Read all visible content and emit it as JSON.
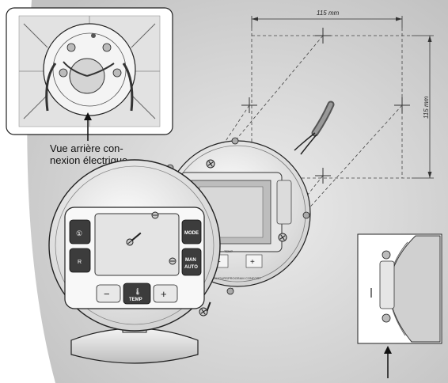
{
  "dimensions": {
    "horizontal": "115 mm",
    "vertical": "115 mm"
  },
  "caption": {
    "line1": "Vue arrière con-",
    "line2": "nexion électrique"
  },
  "front_unit": {
    "buttons": {
      "power_symbol": "①",
      "r_label": "R",
      "mode_label": "MODE",
      "man_label": "MAN",
      "auto_label": "AUTO",
      "minus_label": "−",
      "plus_label": "+",
      "temp_label": "TEMP"
    }
  },
  "mounted_unit": {
    "temp_label": "TEMP",
    "minus_label": "−",
    "plus_label": "+",
    "bottom_labels": [
      "TOUJOURS",
      "PROGRAM",
      "CONFORT"
    ]
  },
  "colors": {
    "wall": "#d4d4d4",
    "unit_body": "#f2f2f2",
    "outline": "#222222",
    "display": "#d8d8d8"
  }
}
